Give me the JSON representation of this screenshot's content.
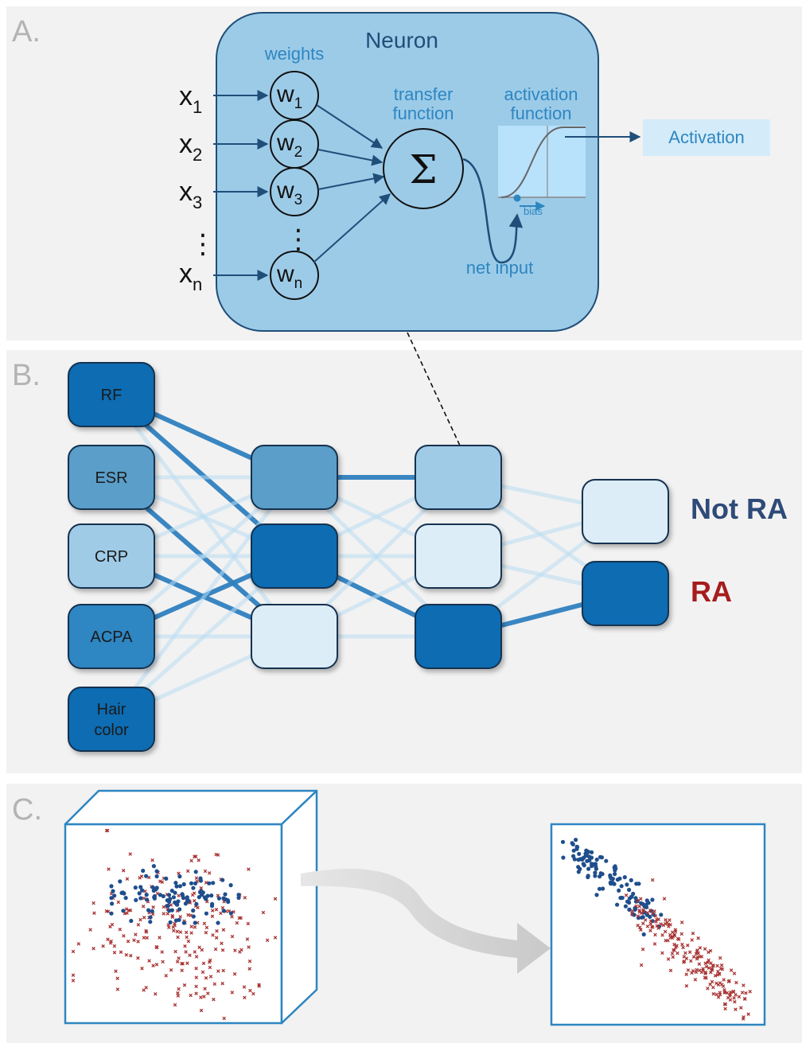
{
  "panels": {
    "a": "A.",
    "b": "B.",
    "c": "C."
  },
  "neuron": {
    "title": "Neuron",
    "weights_label": "weights",
    "transfer_line1": "transfer",
    "transfer_line2": "function",
    "activation_fn_line1": "activation",
    "activation_fn_line2": "function",
    "output_label": "Activation",
    "net_input_label": "net input",
    "bias_label": "bias",
    "sigma": "Σ",
    "ellipsis": "⋮",
    "inputs": [
      {
        "base": "x",
        "sub": "1"
      },
      {
        "base": "x",
        "sub": "2"
      },
      {
        "base": "x",
        "sub": "3"
      },
      {
        "base": "x",
        "sub": "n"
      }
    ],
    "weights": [
      {
        "base": "w",
        "sub": "1"
      },
      {
        "base": "w",
        "sub": "2"
      },
      {
        "base": "w",
        "sub": "3"
      },
      {
        "base": "w",
        "sub": "n"
      }
    ]
  },
  "network": {
    "inputs": [
      {
        "line1": "RF",
        "line2": "",
        "color": "#0b6cb2"
      },
      {
        "line1": "ESR",
        "line2": "",
        "color": "#5a9ec9"
      },
      {
        "line1": "CRP",
        "line2": "",
        "color": "#9fcbe7"
      },
      {
        "line1": "ACPA",
        "line2": "",
        "color": "#2f86c3"
      },
      {
        "line1": "Hair",
        "line2": "color",
        "color": "#0b6cb2"
      }
    ],
    "hidden1": [
      {
        "color": "#5a9ec9"
      },
      {
        "color": "#0b6cb2"
      },
      {
        "color": "#ddedf7"
      }
    ],
    "hidden2": [
      {
        "color": "#9fcbe7"
      },
      {
        "color": "#ddedf7"
      },
      {
        "color": "#0b6cb2"
      }
    ],
    "outputs": [
      {
        "color": "#ddedf7",
        "label": "Not RA",
        "label_color": "#2e4a78"
      },
      {
        "color": "#0b6cb2",
        "label": "RA",
        "label_color": "#a61c1c"
      }
    ]
  },
  "colors": {
    "class_a": "#1f4e8c",
    "class_b": "#a83232",
    "accent": "#2e86c1",
    "neuron_fill": "#9ccbe8"
  }
}
